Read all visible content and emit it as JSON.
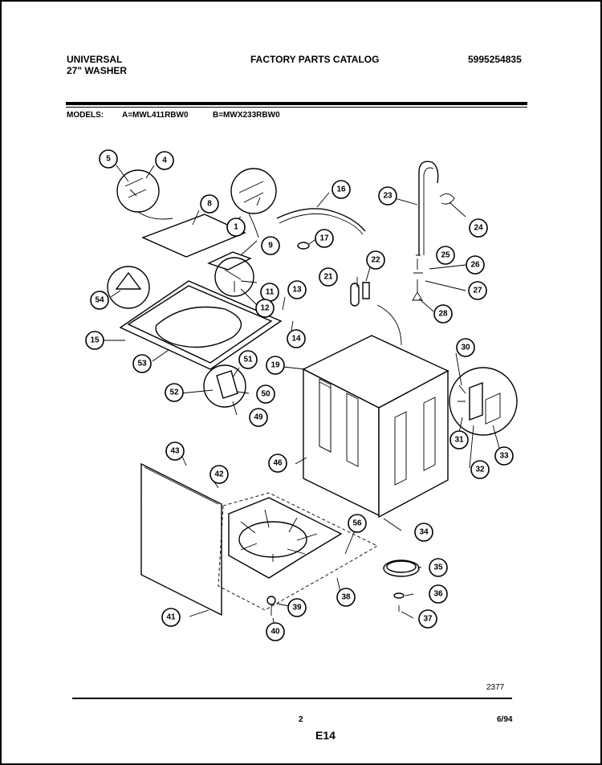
{
  "header": {
    "brand": "UNIVERSAL",
    "product": "27\" WASHER",
    "catalog_title": "FACTORY PARTS CATALOG",
    "catalog_number": "5995254835"
  },
  "models": {
    "label": "MODELS:",
    "model_a": "A=MWL411RBW0",
    "model_b": "B=MWX233RBW0"
  },
  "diagram": {
    "callouts": [
      "1",
      "4",
      "5",
      "8",
      "9",
      "11",
      "12",
      "13",
      "14",
      "15",
      "16",
      "17",
      "19",
      "21",
      "22",
      "23",
      "24",
      "25",
      "26",
      "27",
      "28",
      "30",
      "31",
      "32",
      "33",
      "34",
      "35",
      "36",
      "37",
      "38",
      "39",
      "40",
      "41",
      "42",
      "43",
      "46",
      "49",
      "50",
      "51",
      "52",
      "53",
      "54",
      "56"
    ],
    "figure_code": "2377"
  },
  "footer": {
    "page_number": "2",
    "date": "6/94",
    "section_code": "E14"
  }
}
